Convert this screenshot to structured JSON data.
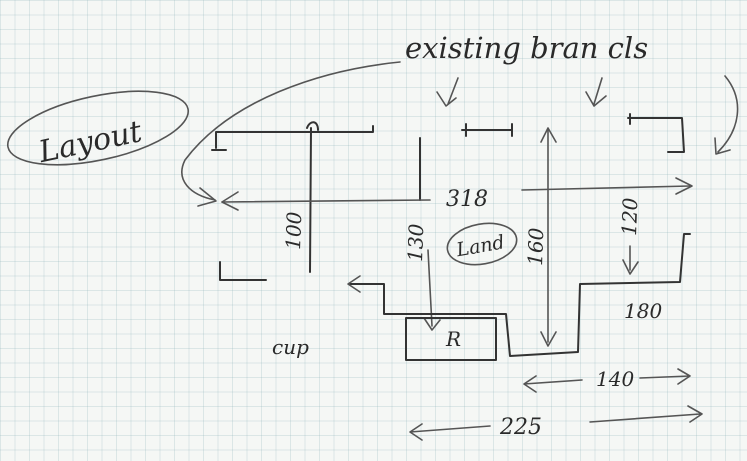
{
  "labels": {
    "title": "Layout",
    "existing_bran_cls": "existing bran cls",
    "dim_318": "318",
    "dim_100": "100",
    "dim_130": "130",
    "land": "Land",
    "dim_160": "160",
    "dim_120": "120",
    "dim_180": "180",
    "r_box": "R",
    "cup": "cup",
    "dim_140": "140",
    "dim_225": "225"
  }
}
